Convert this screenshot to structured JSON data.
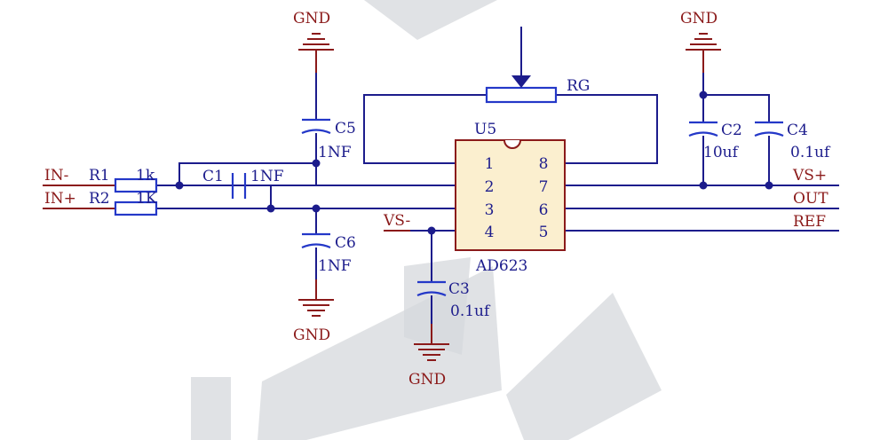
{
  "schematic": {
    "ic": {
      "ref": "U5",
      "part": "AD623",
      "pins_left": [
        "1",
        "2",
        "3",
        "4"
      ],
      "pins_right": [
        "8",
        "7",
        "6",
        "5"
      ]
    },
    "nets": {
      "in_minus": "IN-",
      "in_plus": "IN+",
      "vs_plus": "VS+",
      "vs_minus": "VS-",
      "out": "OUT",
      "ref": "REF"
    },
    "resistors": {
      "r1_ref": "R1",
      "r1_val": "1k",
      "r2_ref": "R2",
      "r2_val": "1K",
      "rg_ref": "RG"
    },
    "capacitors": {
      "c1_ref": "C1",
      "c1_val": "1NF",
      "c2_ref": "C2",
      "c2_val": "10uf",
      "c3_ref": "C3",
      "c3_val": "0.1uf",
      "c4_ref": "C4",
      "c4_val": "0.1uf",
      "c5_ref": "C5",
      "c5_val": "1NF",
      "c6_ref": "C6",
      "c6_val": "1NF"
    },
    "ground_label": "GND",
    "colors": {
      "wire": "#1c1c8c",
      "component": "#2438c8",
      "ground": "#8b1a1a",
      "chip_fill": "#fbefcf"
    }
  }
}
